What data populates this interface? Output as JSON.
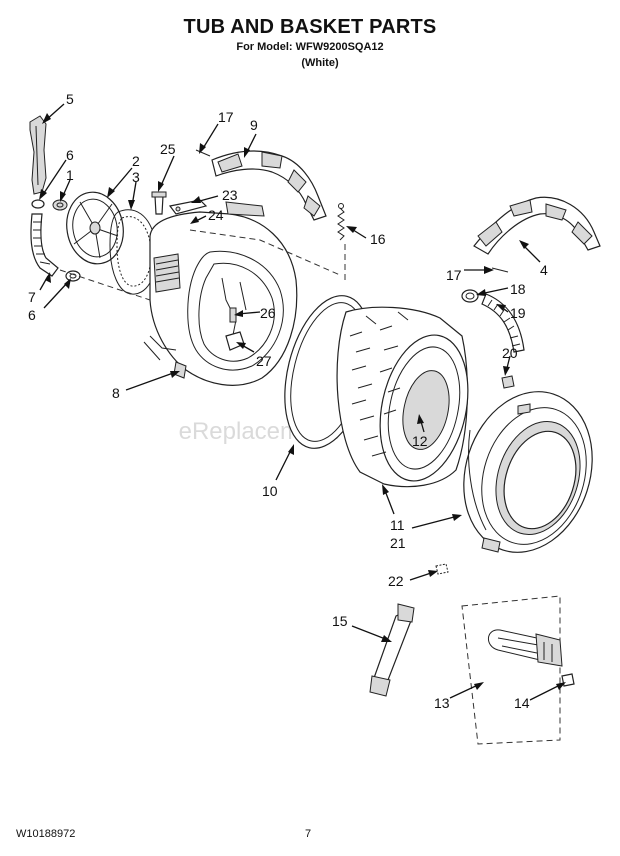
{
  "header": {
    "title": "TUB AND BASKET PARTS",
    "model": "For Model: WFW9200SQA12",
    "color": "(White)"
  },
  "watermark": "eReplacementParts.com",
  "footer": {
    "doc_number": "W10188972",
    "page": "7"
  },
  "callouts": {
    "c5": "5",
    "c6a": "6",
    "c1": "1",
    "c2": "2",
    "c3": "3",
    "c25": "25",
    "c17a": "17",
    "c9": "9",
    "c23": "23",
    "c24": "24",
    "c16": "16",
    "c7": "7",
    "c6b": "6",
    "c4": "4",
    "c17b": "17",
    "c18": "18",
    "c19": "19",
    "c26": "26",
    "c27": "27",
    "c20": "20",
    "c8": "8",
    "c12": "12",
    "c10": "10",
    "c11": "11",
    "c21": "21",
    "c22": "22",
    "c15": "15",
    "c13": "13",
    "c14": "14"
  }
}
